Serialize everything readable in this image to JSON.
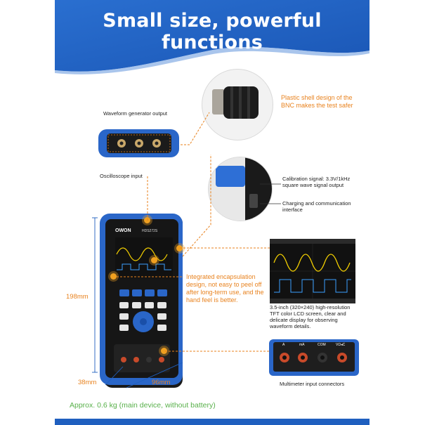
{
  "header": {
    "title": "Small size, powerful functions"
  },
  "labels": {
    "bnc_caption": "Plastic shell design of the BNC makes the test safer",
    "waveform_output": "Waveform generator output",
    "oscilloscope_input": "Oscilloscope input",
    "calibration_signal": "Calibration signal: 3.3V/1kHz square wave signal output",
    "charging_interface": "Charging and communication interface",
    "encapsulation": "Integrated encapsulation design, not easy to peel off after long-term use, and the hand feel is better.",
    "screen_desc": "3.5-inch (320×240) high-resolution TFT color LCD screen, clear and delicate display for observing waveform details.",
    "multimeter_connectors": "Multimeter input connectors",
    "height": "198mm",
    "depth": "38mm",
    "width": "96mm",
    "weight": "Approx. 0.6 kg (main device, without battery)"
  },
  "device": {
    "brand": "OWON",
    "model": "HDS272S",
    "terminals": [
      "A",
      "mA",
      "COM",
      "VΩ◂C"
    ]
  },
  "colors": {
    "brand_blue": "#1f5fbf",
    "accent_orange": "#e8821e"
  }
}
